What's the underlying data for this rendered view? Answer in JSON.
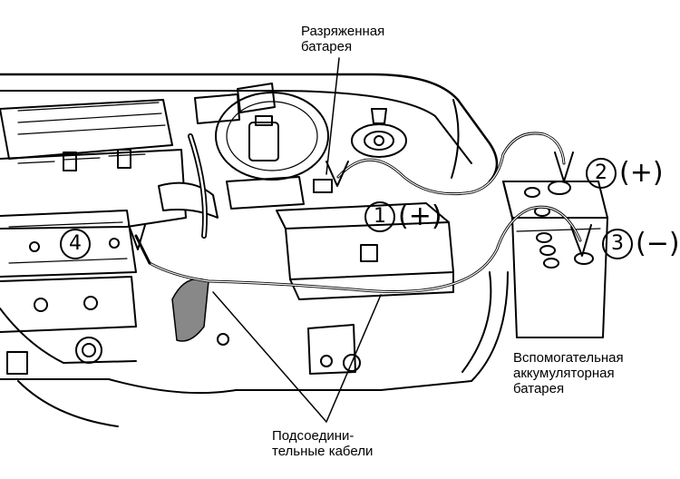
{
  "labels": {
    "dead_battery_line1": "Разряженная",
    "dead_battery_line2": "батарея",
    "aux_battery_line1": "Вспомогательная",
    "aux_battery_line2": "аккумуляторная",
    "aux_battery_line3": "батарея",
    "cables_line1": "Подсоедини-",
    "cables_line2": "тельные кабели"
  },
  "markers": {
    "m1": {
      "num": "1",
      "sign": "(+)"
    },
    "m2": {
      "num": "2",
      "sign": "(+)"
    },
    "m3": {
      "num": "3",
      "sign": "(−)"
    },
    "m4": {
      "num": "4",
      "sign": ""
    }
  },
  "colors": {
    "ink": "#000000",
    "paper": "#ffffff",
    "hatch": "#444444"
  }
}
